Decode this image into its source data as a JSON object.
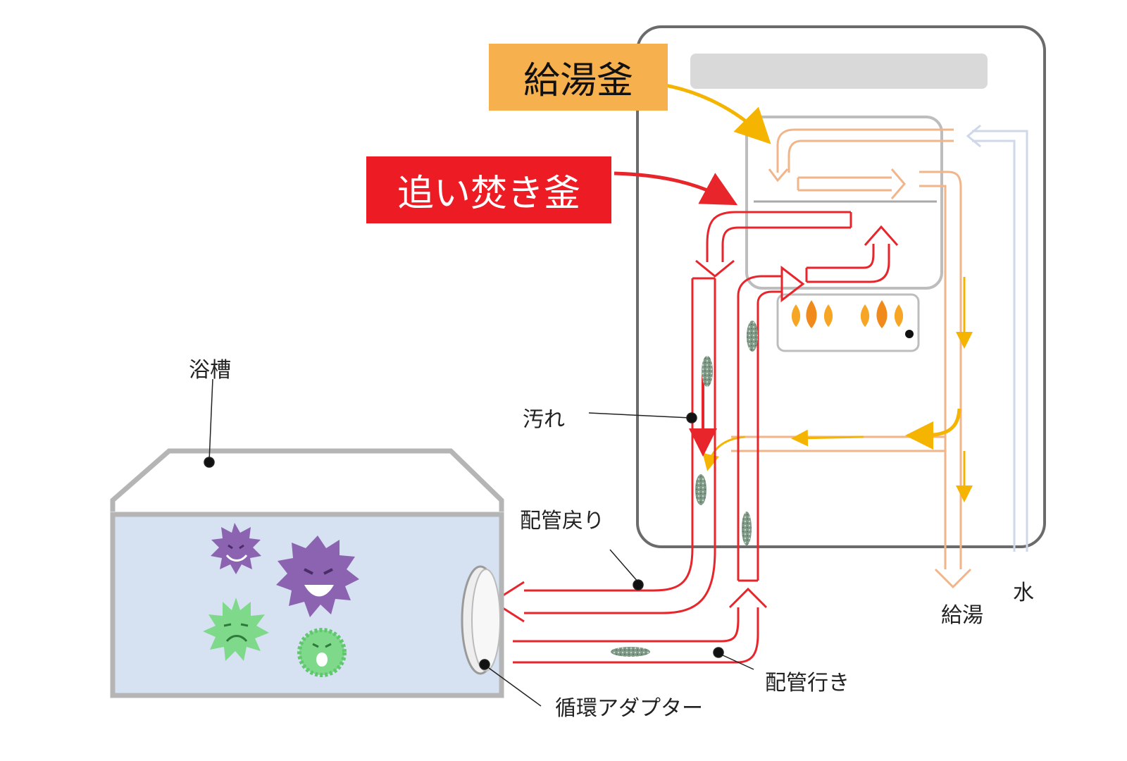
{
  "labels": {
    "kyutou_gama": "給湯釜",
    "oidaki_gama": "追い焚き釜",
    "yokusou": "浴槽",
    "yogore": "汚れ",
    "haikan_modori": "配管戻り",
    "haikan_iki": "配管行き",
    "junkan_adapter": "循環アダプター",
    "kyuto": "給湯",
    "mizu": "水"
  },
  "colors": {
    "kyutou_tag": "#f7b04e",
    "oidaki_tag": "#ed1c24",
    "reheat_pipe": "#e8252b",
    "hot_pipe": "#f2b58a",
    "water_pipe": "#cfd8e8",
    "bath_water": "#d6e1f2",
    "flow_arrow": "#f5b400"
  },
  "icons": {
    "flame": "flame-icon",
    "germ": "germ-icon"
  }
}
